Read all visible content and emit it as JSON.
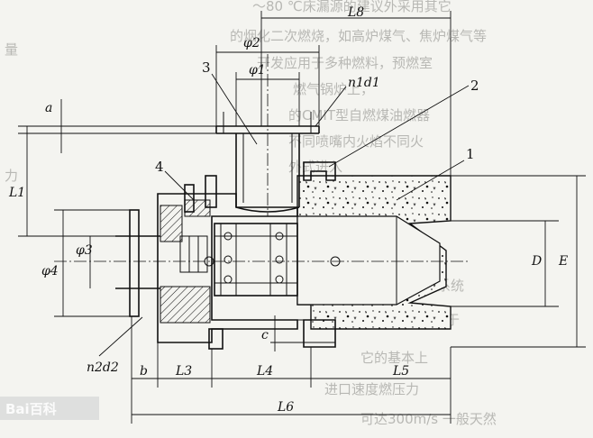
{
  "diagram": {
    "part_labels": [
      "1",
      "2",
      "3",
      "4"
    ],
    "dimension_labels": {
      "phi1": "φ1",
      "phi2": "φ2",
      "phi3": "φ3",
      "phi4": "φ4",
      "L1": "L1",
      "L3": "L3",
      "L4": "L4",
      "L5": "L5",
      "L6": "L6",
      "L8": "L8",
      "a": "a",
      "b": "b",
      "c": "c",
      "D": "D",
      "E": "E",
      "n1d1": "n1d1",
      "n2d2": "n2d2"
    },
    "watermark": "Bai百科"
  }
}
